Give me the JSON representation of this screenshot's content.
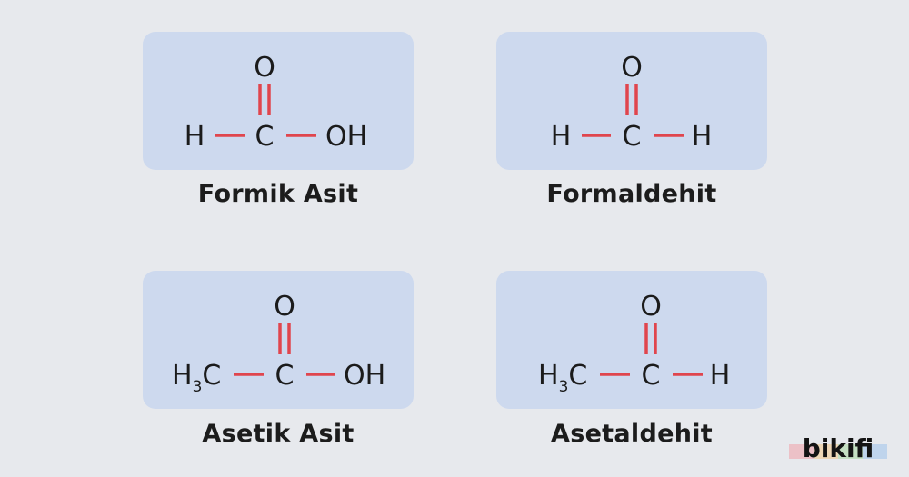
{
  "molecules": [
    {
      "name": "Formik Asit",
      "left": [
        "H"
      ],
      "carbon": "C",
      "top": "O",
      "right": "OH"
    },
    {
      "name": "Formaldehit",
      "left": [
        "H"
      ],
      "carbon": "C",
      "top": "O",
      "right": "H"
    },
    {
      "name": "Asetik Asit",
      "left": [
        "H",
        "3",
        "C"
      ],
      "carbon": "C",
      "top": "O",
      "right": "OH"
    },
    {
      "name": "Asetaldehit",
      "left": [
        "H",
        "3",
        "C"
      ],
      "carbon": "C",
      "top": "O",
      "right": "H"
    }
  ],
  "brand": {
    "label": "bikifi",
    "bar_colors": [
      "#f0a0a8",
      "#f5c98a",
      "#a8d8a0",
      "#9fc4ec"
    ]
  },
  "colors": {
    "card": "#cdd9ee",
    "bond": "#e0454d",
    "background": "#e7e9ed"
  }
}
